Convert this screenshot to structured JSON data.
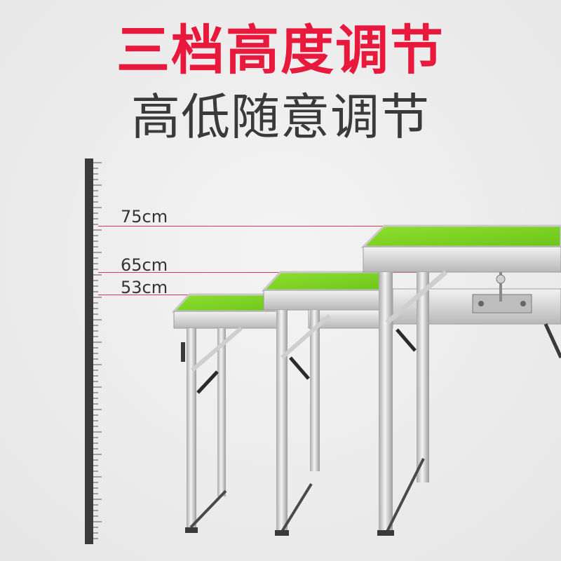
{
  "headline": {
    "main": "三档高度调节",
    "sub": "高低随意调节"
  },
  "heights": {
    "high": "75cm",
    "mid": "65cm",
    "low": "53cm"
  },
  "colors": {
    "accent_red": "#e8193c",
    "subtitle_gray": "#3a3a3a",
    "tabletop_green": "#7ed321",
    "frame_silver": "#d8d8d8",
    "marker_line": "#d23a5a"
  }
}
